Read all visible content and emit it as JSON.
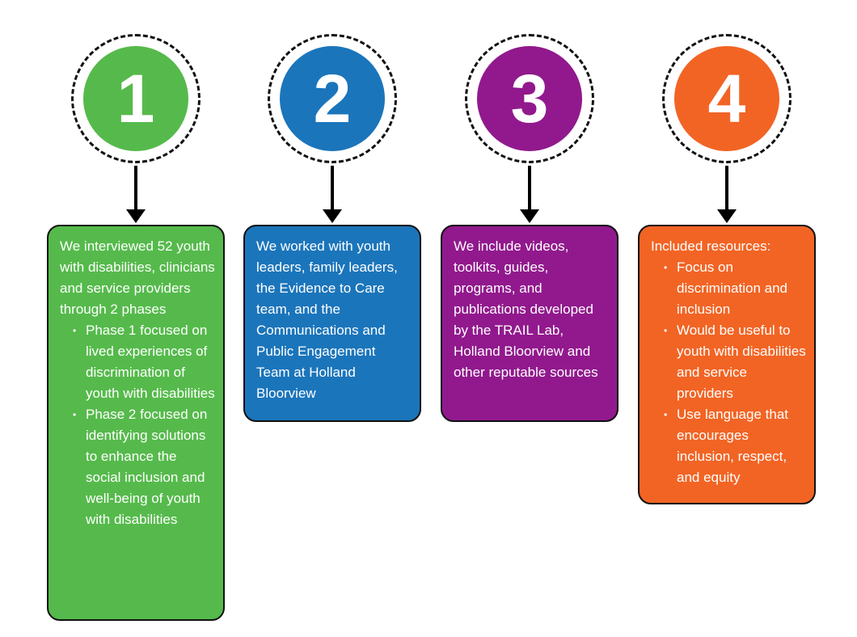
{
  "steps": [
    {
      "number": "1",
      "color": "#55ba4b",
      "intro": "We interviewed 52 youth with disabilities, clinicians and service providers through 2 phases",
      "bullets": [
        "Phase 1 focused on lived experiences of discrimination of youth with disabilities",
        "Phase 2 focused on identifying solutions to enhance the social inclusion and well-being of youth with disabilities"
      ]
    },
    {
      "number": "2",
      "color": "#1b75bb",
      "intro": "We worked with youth leaders, family leaders, the Evidence to Care team, and the Communications and Public Engagement Team at Holland Bloorview",
      "bullets": []
    },
    {
      "number": "3",
      "color": "#91198d",
      "intro": "We include videos, toolkits, guides, programs, and publications developed by the TRAIL Lab, Holland Bloorview and other reputable sources",
      "bullets": []
    },
    {
      "number": "4",
      "color": "#f26424",
      "intro": "Included resources:",
      "bullets": [
        "Focus on discrimination and inclusion",
        "Would be useful to youth with disabilities and service providers",
        "Use language that encourages inclusion, respect, and equity"
      ]
    }
  ]
}
